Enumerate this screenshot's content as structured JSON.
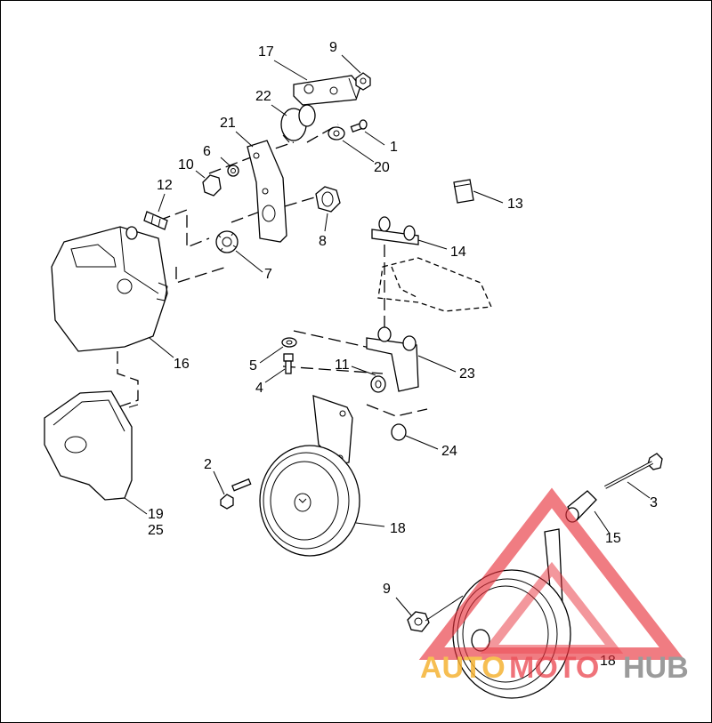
{
  "callouts": [
    {
      "id": "c17",
      "text": "17"
    },
    {
      "id": "c9a",
      "text": "9"
    },
    {
      "id": "c22",
      "text": "22"
    },
    {
      "id": "c21",
      "text": "21"
    },
    {
      "id": "c1",
      "text": "1"
    },
    {
      "id": "c6",
      "text": "6"
    },
    {
      "id": "c10",
      "text": "10"
    },
    {
      "id": "c20",
      "text": "20"
    },
    {
      "id": "c12",
      "text": "12"
    },
    {
      "id": "c13",
      "text": "13"
    },
    {
      "id": "c8",
      "text": "8"
    },
    {
      "id": "c14",
      "text": "14"
    },
    {
      "id": "c7",
      "text": "7"
    },
    {
      "id": "c16",
      "text": "16"
    },
    {
      "id": "c5",
      "text": "5"
    },
    {
      "id": "c11",
      "text": "11"
    },
    {
      "id": "c23",
      "text": "23"
    },
    {
      "id": "c4",
      "text": "4"
    },
    {
      "id": "c24",
      "text": "24"
    },
    {
      "id": "c2",
      "text": "2"
    },
    {
      "id": "c3",
      "text": "3"
    },
    {
      "id": "c19",
      "text": "19"
    },
    {
      "id": "c25",
      "text": "25"
    },
    {
      "id": "c18a",
      "text": "18"
    },
    {
      "id": "c15",
      "text": "15"
    },
    {
      "id": "c9b",
      "text": "9"
    },
    {
      "id": "c18b",
      "text": "18"
    }
  ],
  "watermark": {
    "part1": "AUTO",
    "part2": "MOTO",
    "part3": "HUB",
    "color_orange": "#f5b335",
    "color_red": "#e8323c",
    "color_gray": "#8a8a8a"
  }
}
